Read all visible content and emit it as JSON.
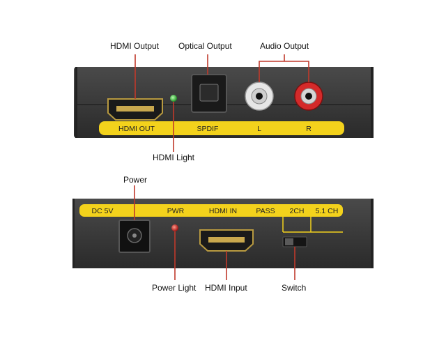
{
  "colors": {
    "device_body": "#3a3a3a",
    "label_strip": "#f3d21c",
    "callout_line": "#c0392b",
    "hdmi_led": "#35c23a",
    "power_led": "#d02020",
    "rca_right_ring": "#d42a2a",
    "rca_left_ring": "#e6e6e6"
  },
  "top_panel": {
    "callouts": {
      "hdmi_output": "HDMI Output",
      "optical_output": "Optical Output",
      "audio_output": "Audio Output",
      "hdmi_light": "HDMI Light"
    },
    "strip_labels": {
      "hdmi_out": "HDMI OUT",
      "spdif": "SPDIF",
      "left": "L",
      "right": "R"
    }
  },
  "bottom_panel": {
    "callouts": {
      "power": "Power",
      "power_light": "Power Light",
      "hdmi_input": "HDMI Input",
      "switch": "Switch"
    },
    "strip_labels": {
      "dc5v": "DC 5V",
      "pwr": "PWR",
      "hdmi_in": "HDMI IN",
      "pass": "PASS",
      "ch2": "2CH",
      "ch51": "5.1 CH"
    }
  }
}
